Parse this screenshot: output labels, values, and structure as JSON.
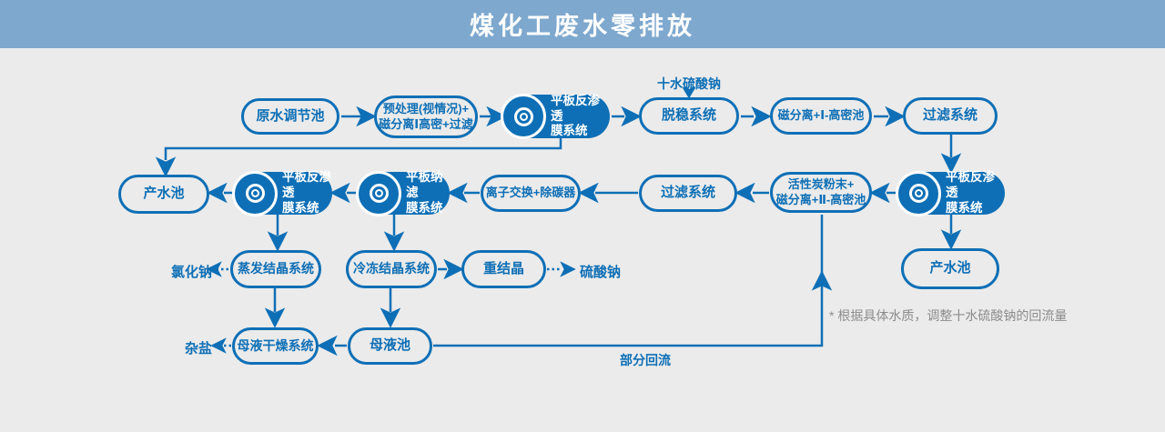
{
  "header": {
    "title": "煤化工废水零排放"
  },
  "nodes": {
    "raw_water": "原水调节池",
    "pretreatment": [
      "预处理(视情况)+",
      "磁分离Ⅰ高密+过滤"
    ],
    "ro_membrane": [
      "平板反渗透",
      "膜系统"
    ],
    "destabilization": "脱稳系统",
    "mag_separation_1": "磁分离+Ⅰ-高密池",
    "filtration": "过滤系统",
    "product_pool": "产水池",
    "nf_membrane": [
      "平板纳滤",
      "膜系统"
    ],
    "ion_exchange": "离子交换+除碳器",
    "activated_carbon": [
      "活性炭粉末+",
      "磁分离+Ⅱ-高密池"
    ],
    "evaporation_crystallization": "蒸发结晶系统",
    "freezing_crystallization": "冷冻结晶系统",
    "recrystallization": "重结晶",
    "mother_liquor_drying": "母液干燥系统",
    "mother_liquor_pool": "母液池"
  },
  "labels": {
    "sodium_sulfate_decahydrate": "十水硫酸钠",
    "sodium_chloride": "氯化钠",
    "sodium_sulfate": "硫酸钠",
    "mixed_salt": "杂盐",
    "partial_reflux": "部分回流",
    "note": "* 根据具体水质，调整十水硫酸钠的回流量"
  },
  "colors": {
    "accent_blue": "#0e6fb6",
    "header_bg": "#7ea8ce",
    "background": "#ebebeb",
    "note_gray": "#8c8c8c"
  }
}
